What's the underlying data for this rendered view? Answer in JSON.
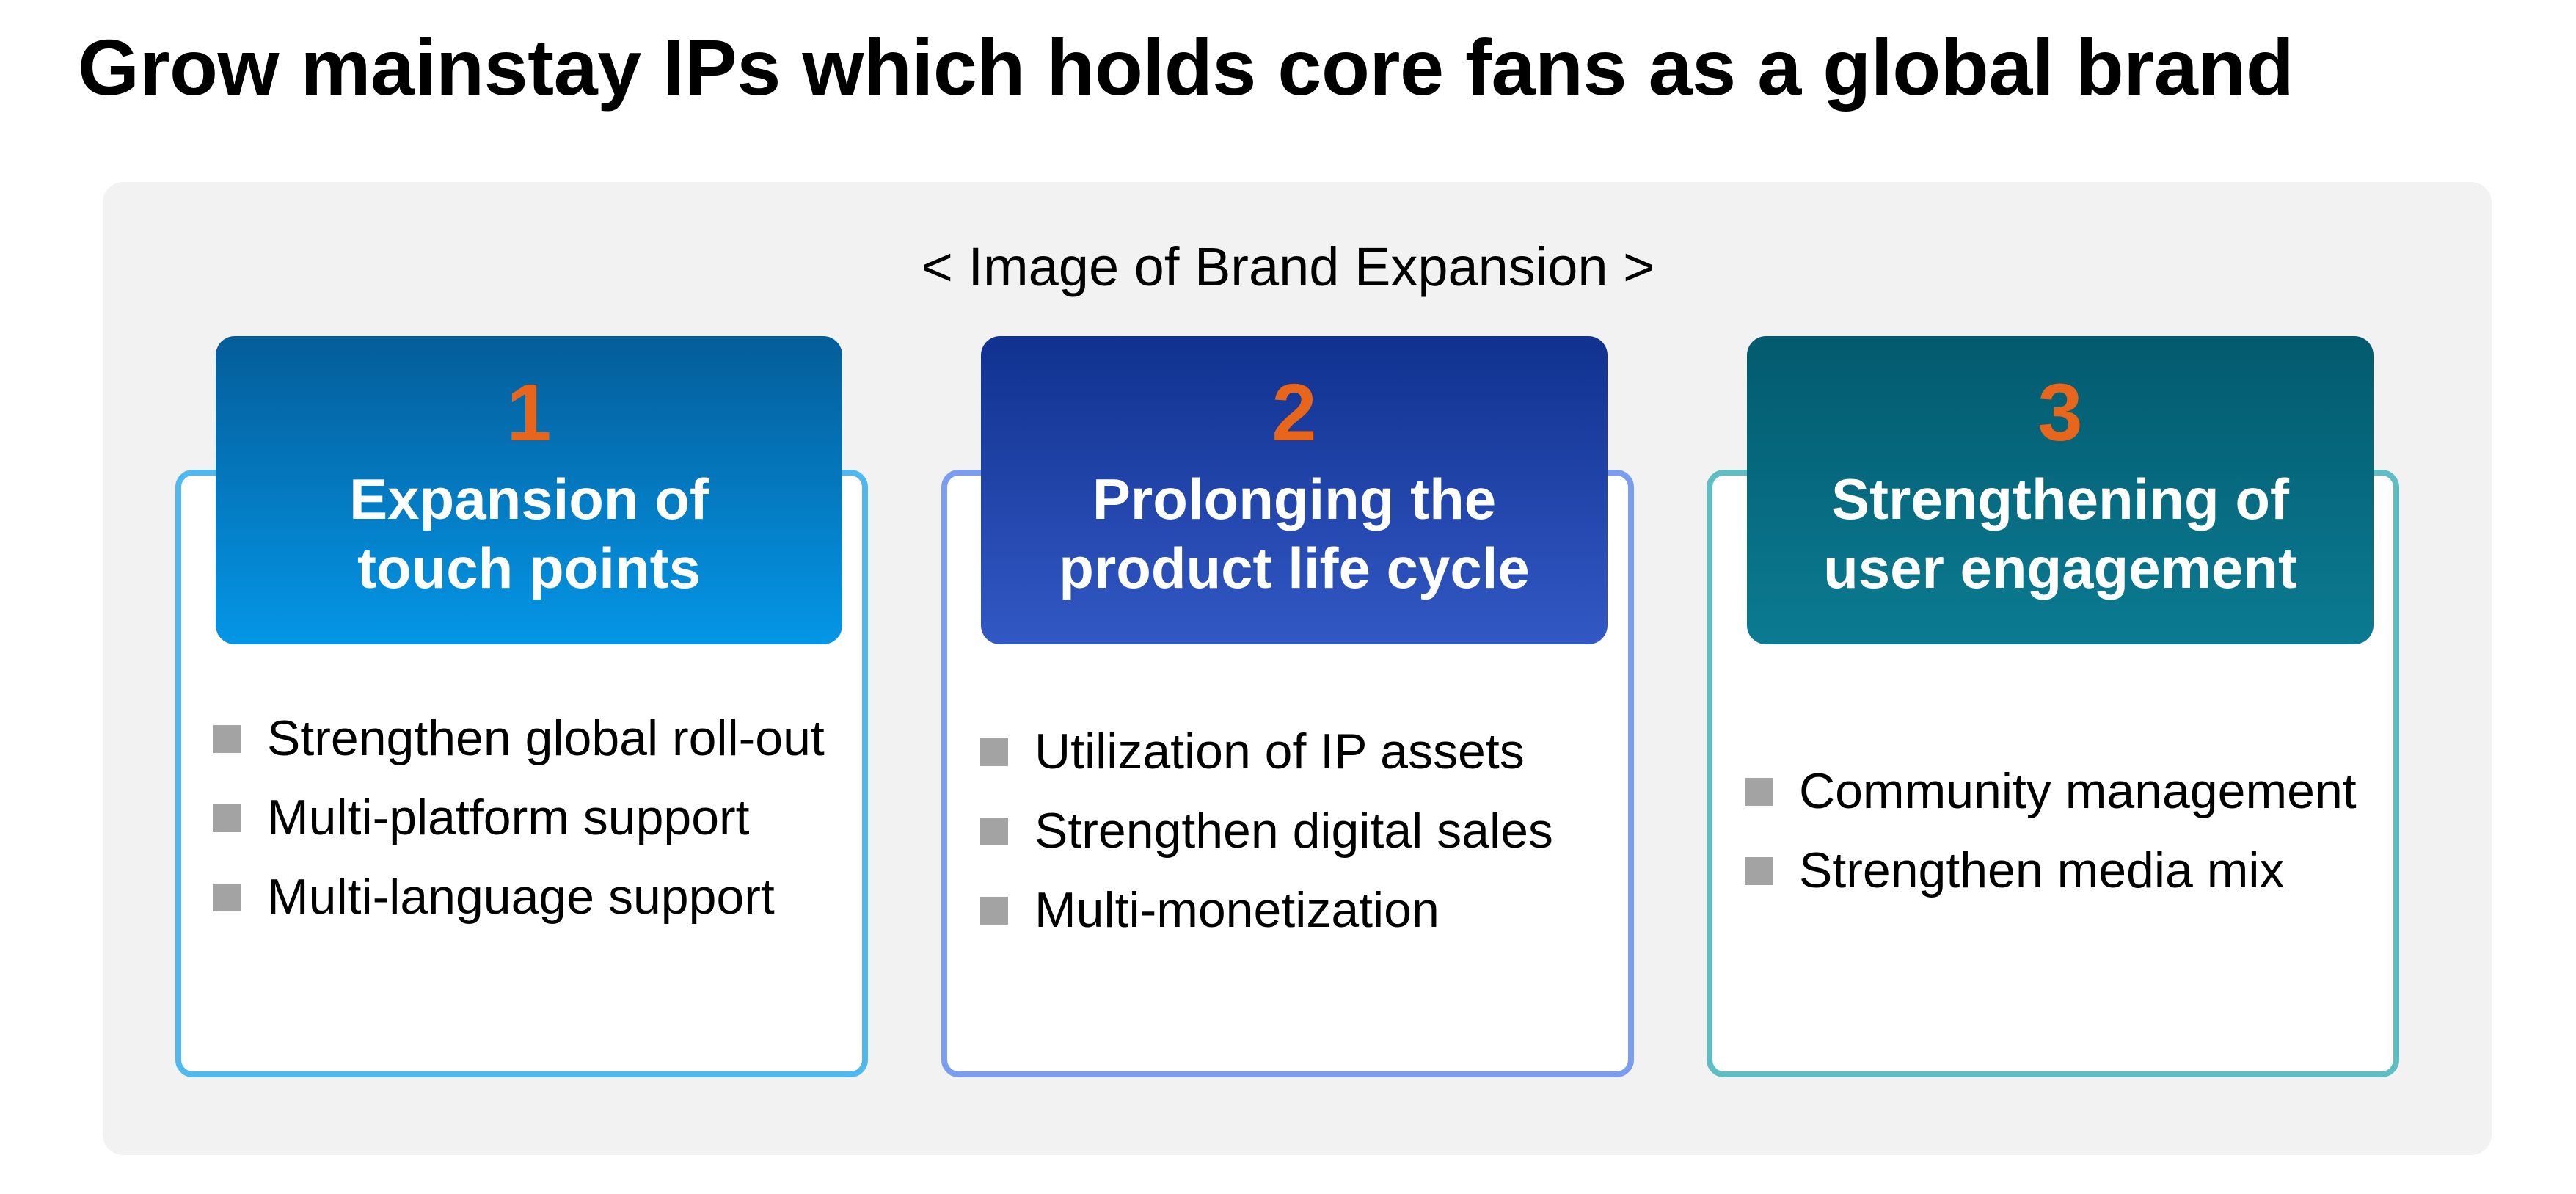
{
  "title": "Grow mainstay IPs which holds core fans as a global brand",
  "caption": "< Image of Brand Expansion >",
  "colors": {
    "number_accent": "#e8651c",
    "panel_background": "#f2f2f2",
    "bullet": "#a3a3a3"
  },
  "cards": [
    {
      "number": "1",
      "title_line1": "Expansion of",
      "title_line2": "touch points",
      "header_color_top": "#045d99",
      "header_color_bottom": "#0496e6",
      "border_color": "#4fb8ee",
      "items": [
        "Strengthen global roll-out",
        "Multi-platform support",
        "Multi-language support"
      ]
    },
    {
      "number": "2",
      "title_line1": "Prolonging the",
      "title_line2": "product life cycle",
      "header_color_top": "#10318f",
      "header_color_bottom": "#3258c4",
      "border_color": "#7b9df0",
      "items": [
        "Utilization of IP assets",
        "Strengthen digital sales",
        "Multi-monetization"
      ]
    },
    {
      "number": "3",
      "title_line1": "Strengthening of",
      "title_line2": "user engagement",
      "header_color_top": "#035a6e",
      "header_color_bottom": "#0b7b92",
      "border_color": "#5fbec4",
      "items": [
        "Community management",
        "Strengthen media mix"
      ]
    }
  ]
}
